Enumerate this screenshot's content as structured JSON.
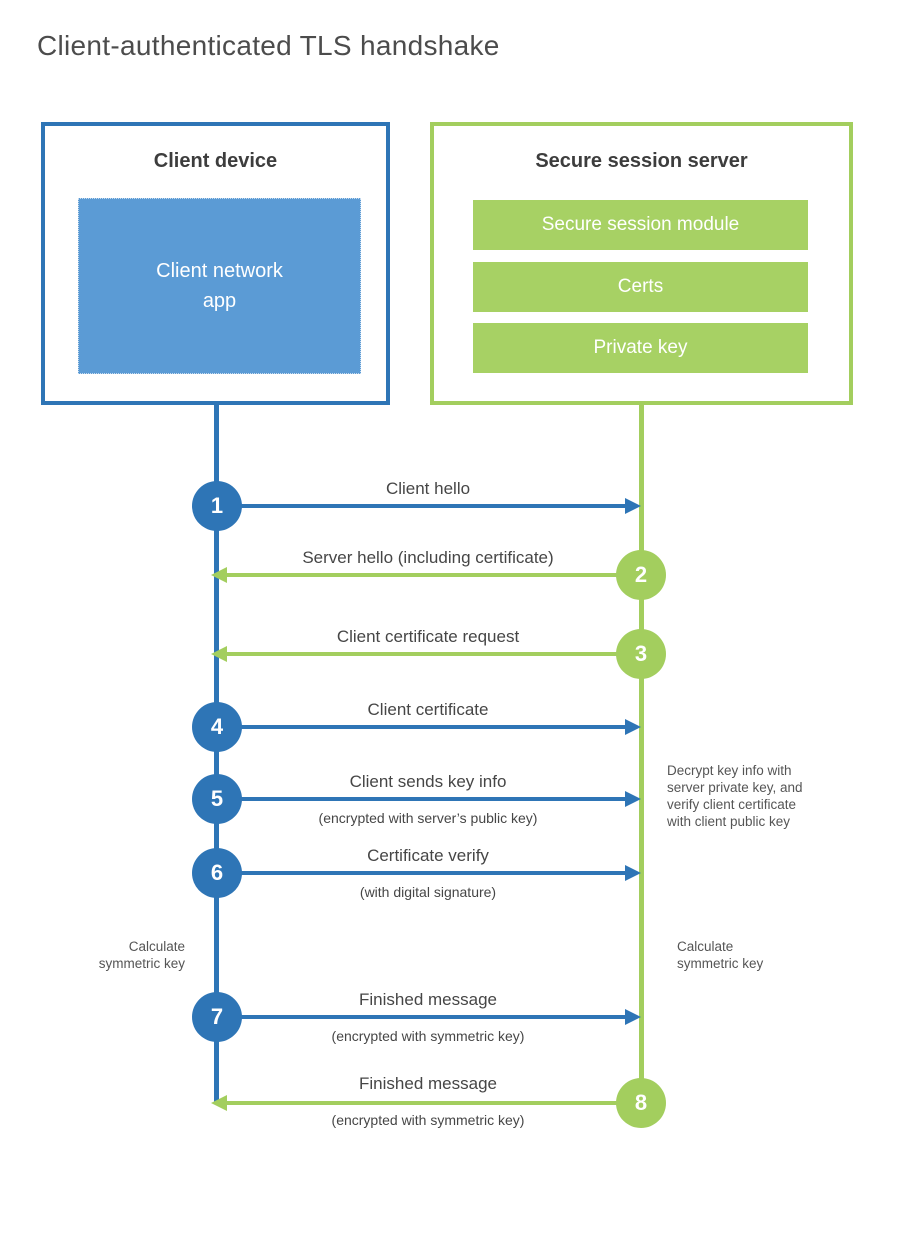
{
  "title": "Client-authenticated TLS handshake",
  "client": {
    "title": "Client device",
    "app": "Client network app"
  },
  "server": {
    "title": "Secure session server",
    "modules": [
      "Secure session module",
      "Certs",
      "Private key"
    ]
  },
  "messages": [
    {
      "num": "1",
      "label": "Client hello",
      "sub": "",
      "direction": "right"
    },
    {
      "num": "2",
      "label": "Server hello (including certificate)",
      "sub": "",
      "direction": "left"
    },
    {
      "num": "3",
      "label": "Client certificate request",
      "sub": "",
      "direction": "left"
    },
    {
      "num": "4",
      "label": "Client certificate",
      "sub": "",
      "direction": "right"
    },
    {
      "num": "5",
      "label": "Client sends key info",
      "sub": "(encrypted with server’s public key)",
      "direction": "right"
    },
    {
      "num": "6",
      "label": "Certificate verify",
      "sub": "(with digital signature)",
      "direction": "right"
    },
    {
      "num": "7",
      "label": "Finished message",
      "sub": "(encrypted with symmetric key)",
      "direction": "right"
    },
    {
      "num": "8",
      "label": "Finished message",
      "sub": "(encrypted with symmetric key)",
      "direction": "left"
    }
  ],
  "notes": {
    "decrypt_lines": [
      "Decrypt key info with",
      "server private key, and",
      "verify client certificate",
      "with client public key"
    ],
    "calculate_left_lines": [
      "Calculate",
      "symmetric key"
    ],
    "calculate_right_lines": [
      "Calculate",
      "symmetric key"
    ]
  },
  "colors": {
    "blue": "#2e75b6",
    "blue_light": "#5b9bd5",
    "green": "#a3ce5e",
    "green_bar": "#a7d164",
    "heading_text": "#3d3d3d",
    "label_text": "#464646",
    "note_text": "#555555",
    "title_text": "#4c4c4c"
  }
}
